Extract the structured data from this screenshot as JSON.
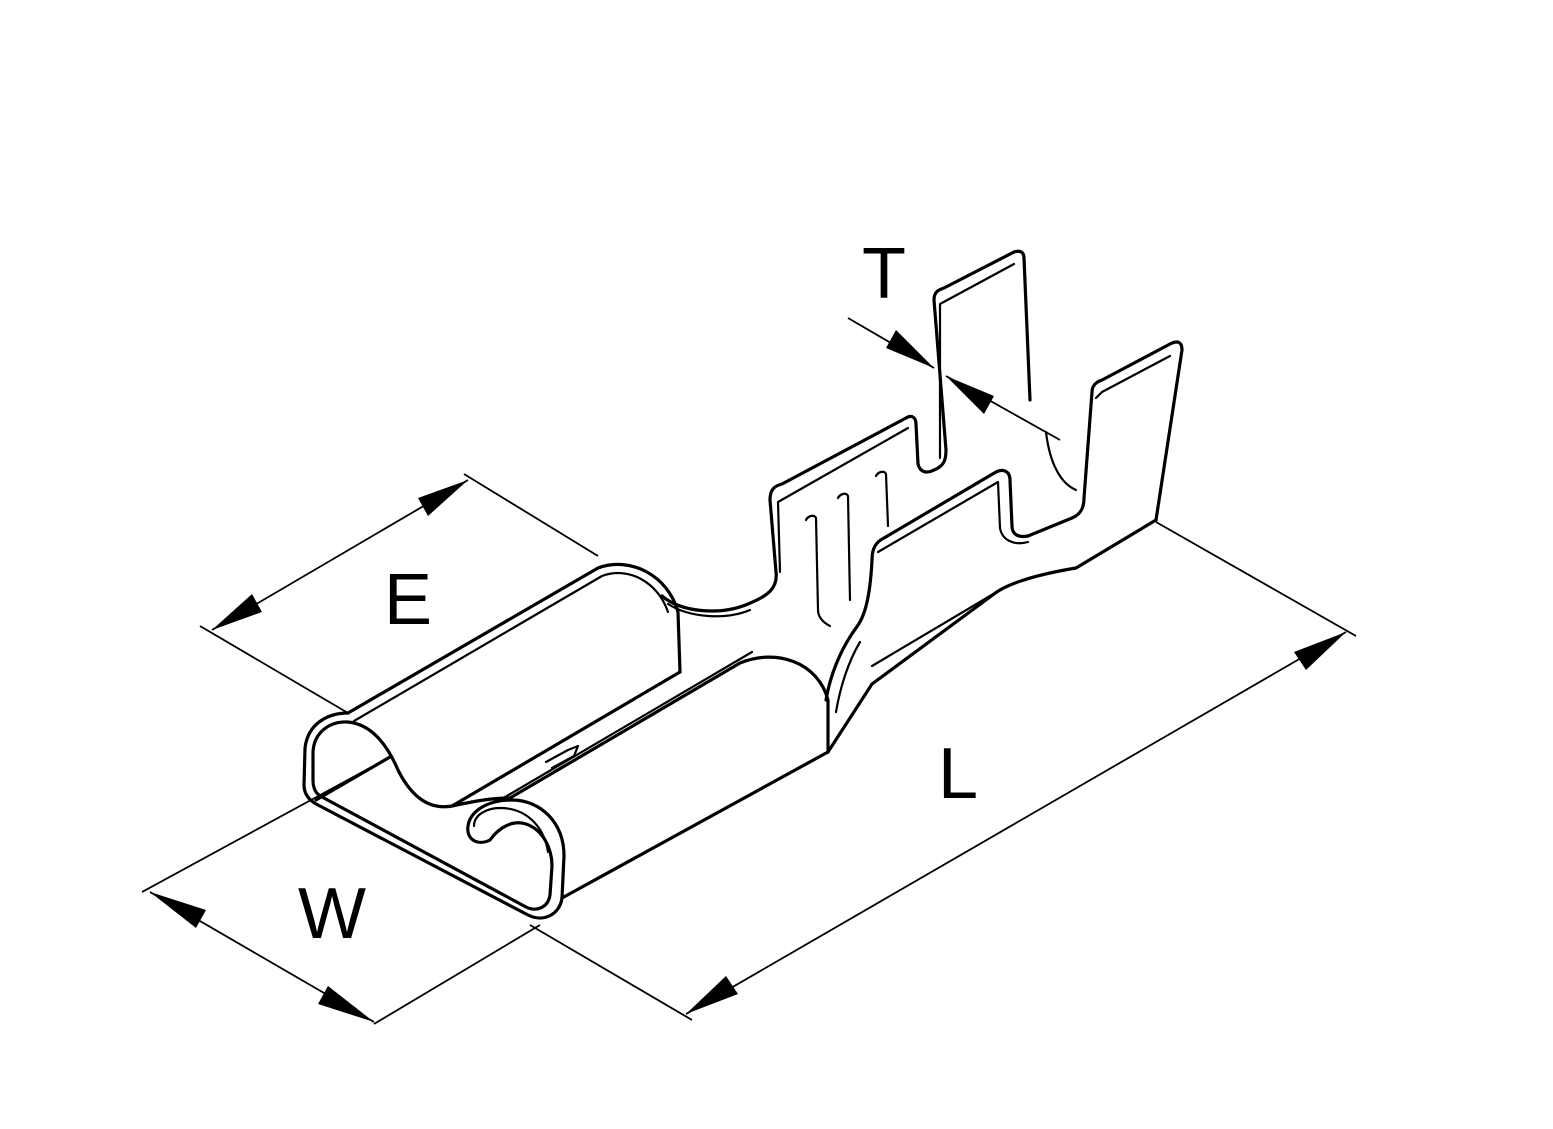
{
  "diagram": {
    "subject": "receptacle-crimp-terminal",
    "dimensions": [
      {
        "id": "E",
        "label": "E"
      },
      {
        "id": "W",
        "label": "W"
      },
      {
        "id": "L",
        "label": "L"
      },
      {
        "id": "T",
        "label": "T"
      }
    ],
    "colors": {
      "line": "#000000",
      "background": "#ffffff"
    }
  }
}
